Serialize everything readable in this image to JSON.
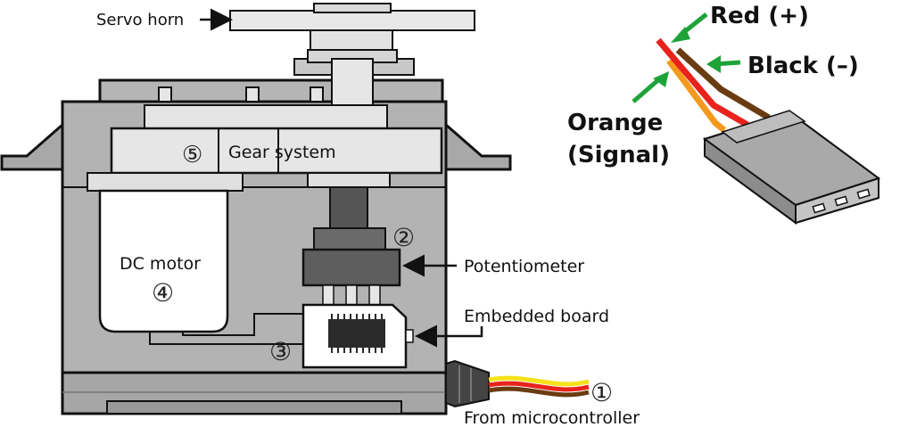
{
  "labels": {
    "servo_horn": "Servo horn",
    "gear_system": "Gear system",
    "dc_motor": "DC motor",
    "potentiometer": "Potentiometer",
    "embedded_board": "Embedded board",
    "from_microcontroller": "From microcontroller"
  },
  "markers": {
    "one": "①",
    "two": "②",
    "three": "③",
    "four": "④",
    "five": "⑤"
  },
  "wires": {
    "red": "Red (+)",
    "black": "Black (–)",
    "orange_line1": "Orange",
    "orange_line2": "(Signal)"
  },
  "colors": {
    "body": "#b3b3b3",
    "body_dark": "#9a9a9a",
    "part_light": "#e6e6e6",
    "arrow_green": "#1fa339",
    "wire_red": "#e8231c",
    "wire_black": "#6a3c12",
    "wire_orange": "#f39a1e",
    "wire_yellow": "#f5e21a"
  }
}
